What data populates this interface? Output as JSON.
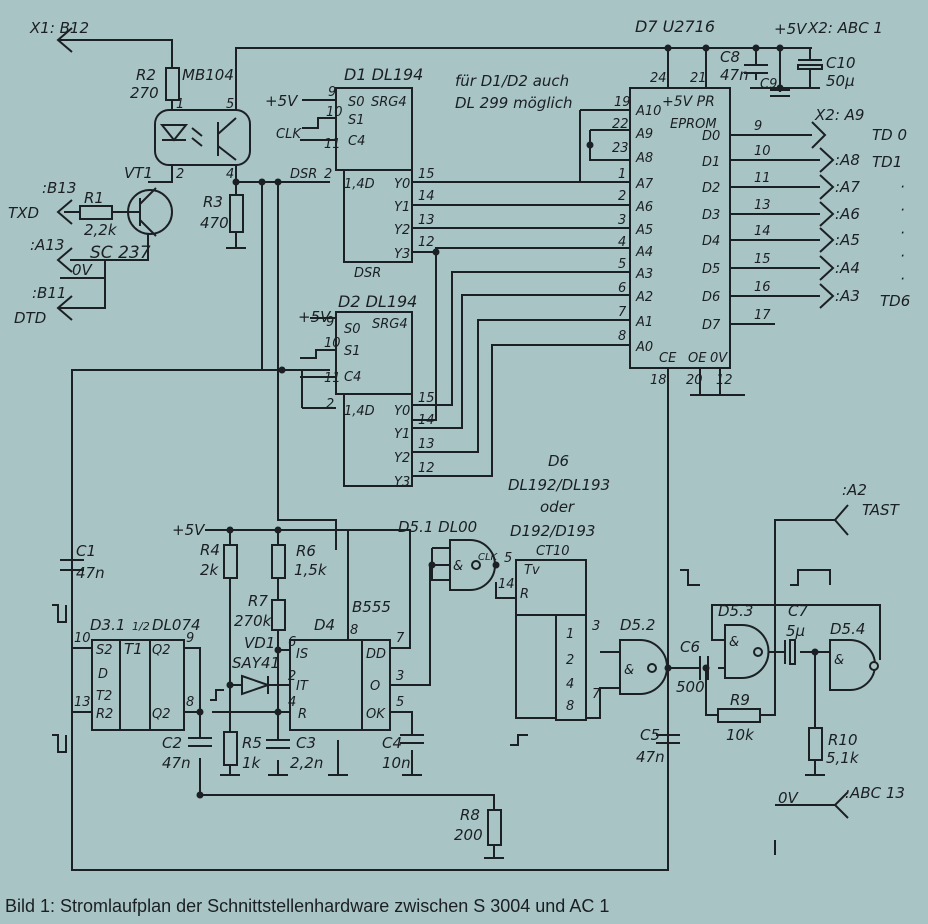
{
  "caption": "Bild 1: Stromlaufplan der Schnittstellenhardware zwischen S 3004 und AC 1",
  "note": [
    "für D1/D2 auch",
    "DL 299 möglich"
  ],
  "connector_labels": {
    "x1_b12": "X1: B12",
    "b13": ":B13",
    "txd": "TXD",
    "a13": ":A13",
    "zero_v": "0V",
    "b11": ":B11",
    "dtd": "DTD",
    "x2_abc1": "X2: ABC 1",
    "x2_a9": "X2: A9",
    "a8": ":A8",
    "a7": ":A7",
    "a6": ":A6",
    "a5": ":A5",
    "a4": ":A4",
    "a3": ":A3",
    "td0": "TD 0",
    "td1": "TD1",
    "td6": "TD6",
    "a2": ":A2",
    "tast": "TAST",
    "abc13": ":ABC 13",
    "zero_v_out": "0V",
    "plus5v": "+5V",
    "dots": "·"
  },
  "components": {
    "r2": {
      "ref": "R2",
      "value": "270"
    },
    "mb104": {
      "ref": "MB104"
    },
    "vt1": {
      "ref": "VT1",
      "type": "SC 237"
    },
    "r1": {
      "ref": "R1",
      "value": "2,2k"
    },
    "r3": {
      "ref": "R3",
      "value": "470"
    },
    "d1": {
      "ref": "D1 DL194",
      "func": "SRG4"
    },
    "d2": {
      "ref": "D2 DL194",
      "func": "SRG4"
    },
    "d7": {
      "ref": "D7 U2716",
      "func": "EPROM",
      "pr": "+5V PR"
    },
    "c8": {
      "ref": "C8",
      "value": "47n"
    },
    "c9": {
      "ref": "C9"
    },
    "c10": {
      "ref": "C10",
      "value": "50µ"
    },
    "c1": {
      "ref": "C1",
      "value": "47n"
    },
    "d3": {
      "ref": "D3.1",
      "frac": "1/2",
      "type": "DL074",
      "t1": "T1"
    },
    "c2": {
      "ref": "C2",
      "value": "47n"
    },
    "r4": {
      "ref": "R4",
      "value": "2k"
    },
    "r6": {
      "ref": "R6",
      "value": "1,5k"
    },
    "r7": {
      "ref": "R7",
      "value": "270k"
    },
    "vd1": {
      "ref": "VD1",
      "type": "SAY41"
    },
    "r5": {
      "ref": "R5",
      "value": "1k"
    },
    "c3": {
      "ref": "C3",
      "value": "2,2n"
    },
    "d4": {
      "ref": "D4",
      "type": "B555"
    },
    "c4": {
      "ref": "C4",
      "value": "10n"
    },
    "r8": {
      "ref": "R8",
      "value": "200"
    },
    "d51": {
      "ref": "D5.1 DL00"
    },
    "d6": {
      "ref": "D6",
      "types": "DL192/DL193",
      "or": "oder",
      "alt": "D192/D193",
      "func": "CT10"
    },
    "d52": {
      "ref": "D5.2"
    },
    "c6": {
      "ref": "C6",
      "value": "500"
    },
    "c5": {
      "ref": "C5",
      "value": "47n"
    },
    "d53": {
      "ref": "D5.3"
    },
    "c7": {
      "ref": "C7",
      "value": "5µ"
    },
    "d54": {
      "ref": "D5.4"
    },
    "r9": {
      "ref": "R9",
      "value": "10k"
    },
    "r10": {
      "ref": "R10",
      "value": "5,1k"
    }
  },
  "pins": {
    "srg": {
      "s0": "S0",
      "s1": "S1",
      "c4": "C4",
      "d14": "1,4D",
      "y0": "Y0",
      "y1": "Y1",
      "y2": "Y2",
      "y3": "Y3",
      "dsr": "DSR",
      "clk": "CLK",
      "n9": "9",
      "n10": "10",
      "n11": "11",
      "n2": "2",
      "n15": "15",
      "n14": "14",
      "n13": "13",
      "n12": "12"
    },
    "eprom_addr": [
      "A10",
      "A9",
      "A8",
      "A7",
      "A6",
      "A5",
      "A4",
      "A3",
      "A2",
      "A1",
      "A0"
    ],
    "eprom_addr_pins": [
      "19",
      "22",
      "23",
      "1",
      "2",
      "3",
      "4",
      "5",
      "6",
      "7",
      "8"
    ],
    "eprom_data": [
      "D0",
      "D1",
      "D2",
      "D3",
      "D4",
      "D5",
      "D6",
      "D7"
    ],
    "eprom_data_pins": [
      "9",
      "10",
      "11",
      "13",
      "14",
      "15",
      "16",
      "17"
    ],
    "eprom_misc": {
      "ce": "CE",
      "oe": "OE",
      "zv": "0V",
      "p24": "24",
      "p21": "21",
      "p18": "18",
      "p20": "20",
      "p12": "12"
    },
    "d3": {
      "s2": "S2",
      "q2": "Q2",
      "d": "D",
      "t2": "T2",
      "r2": "R2",
      "q2n": "Q2",
      "p10": "10",
      "p9": "9",
      "p13": "13",
      "p8": "8"
    },
    "d4": {
      "is": "IS",
      "it": "IT",
      "r": "R",
      "dd": "DD",
      "o": "O",
      "ok": "OK",
      "p6": "6",
      "p2": "2",
      "p4": "4",
      "p8": "8",
      "p7": "7",
      "p3": "3",
      "p5": "5"
    },
    "d6": {
      "tv": "Tv",
      "r": "R",
      "p5": "5",
      "p14": "14",
      "q": [
        "1",
        "2",
        "4",
        "8"
      ],
      "p3": "3",
      "p7": "7"
    },
    "gate": {
      "amp": "&",
      "clk": "CLK"
    },
    "mb104": {
      "p1": "1",
      "p2": "2",
      "p4": "4",
      "p5": "5"
    }
  }
}
